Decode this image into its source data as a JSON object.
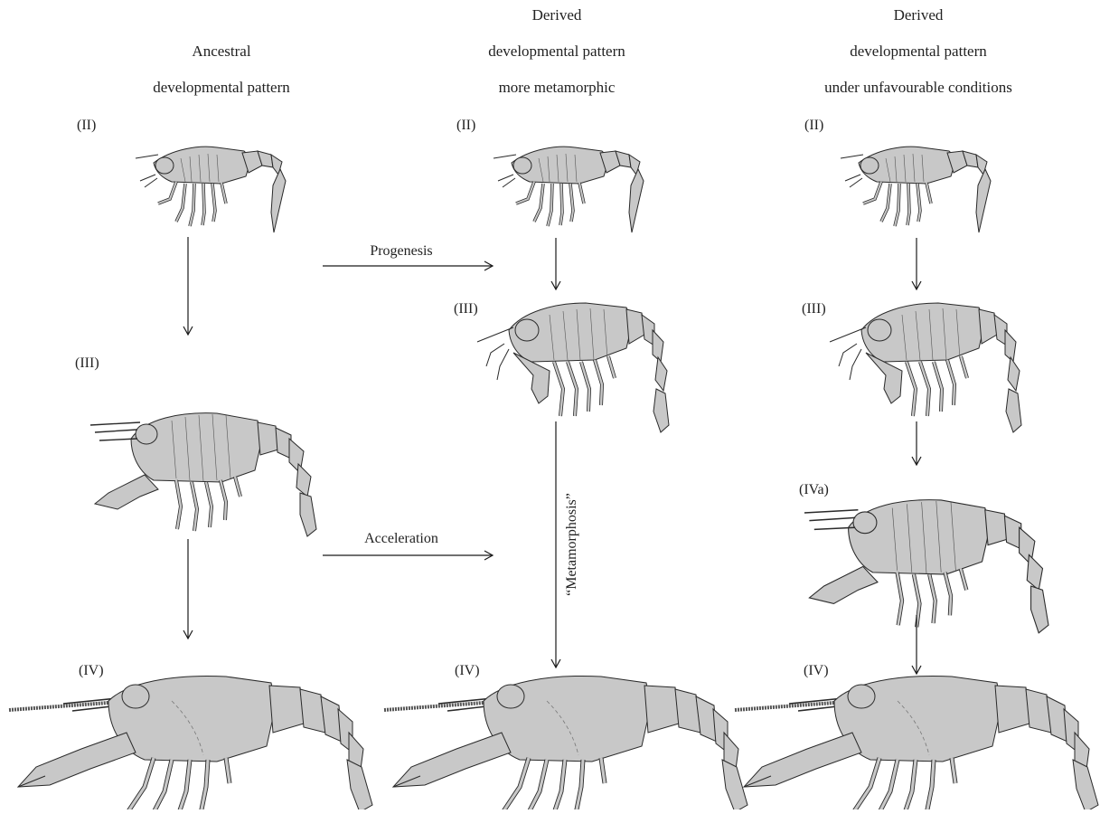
{
  "columns": [
    {
      "header_lines": [
        "Ancestral",
        "developmental pattern"
      ]
    },
    {
      "header_lines": [
        "Derived",
        "developmental pattern",
        "more metamorphic"
      ]
    },
    {
      "header_lines": [
        "Derived",
        "developmental pattern",
        "under unfavourable conditions"
      ]
    }
  ],
  "stages": {
    "ii": "(II)",
    "iii": "(III)",
    "iva": "(IVa)",
    "iv": "(IV)"
  },
  "transitions": {
    "progenesis": "Progenesis",
    "acceleration": "Acceleration",
    "metamorphosis": "“Metamorphosis”"
  },
  "colors": {
    "body_fill": "#c8c8c8",
    "outline": "#2a2a2a",
    "arrow": "#1a1a1a",
    "text": "#222222"
  }
}
